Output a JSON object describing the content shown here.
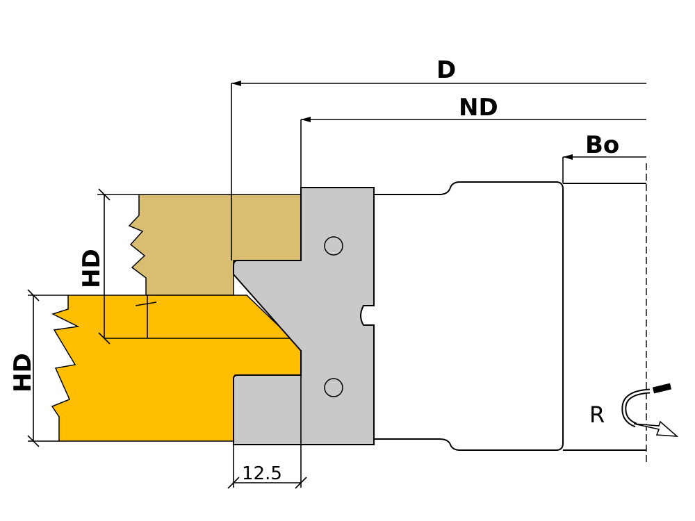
{
  "dimensions": {
    "outer_diameter": "D",
    "cutting_diameter": "ND",
    "bore": "Bo",
    "height_upper": "HD",
    "height_lower": "HD",
    "width": "12.5"
  },
  "rotation_label": "R",
  "colors": {
    "upper_workpiece": "#D9BE72",
    "lower_workpiece": "#FFBE00",
    "cutter_profile": "#C9C9C9",
    "outline": "#000000"
  }
}
